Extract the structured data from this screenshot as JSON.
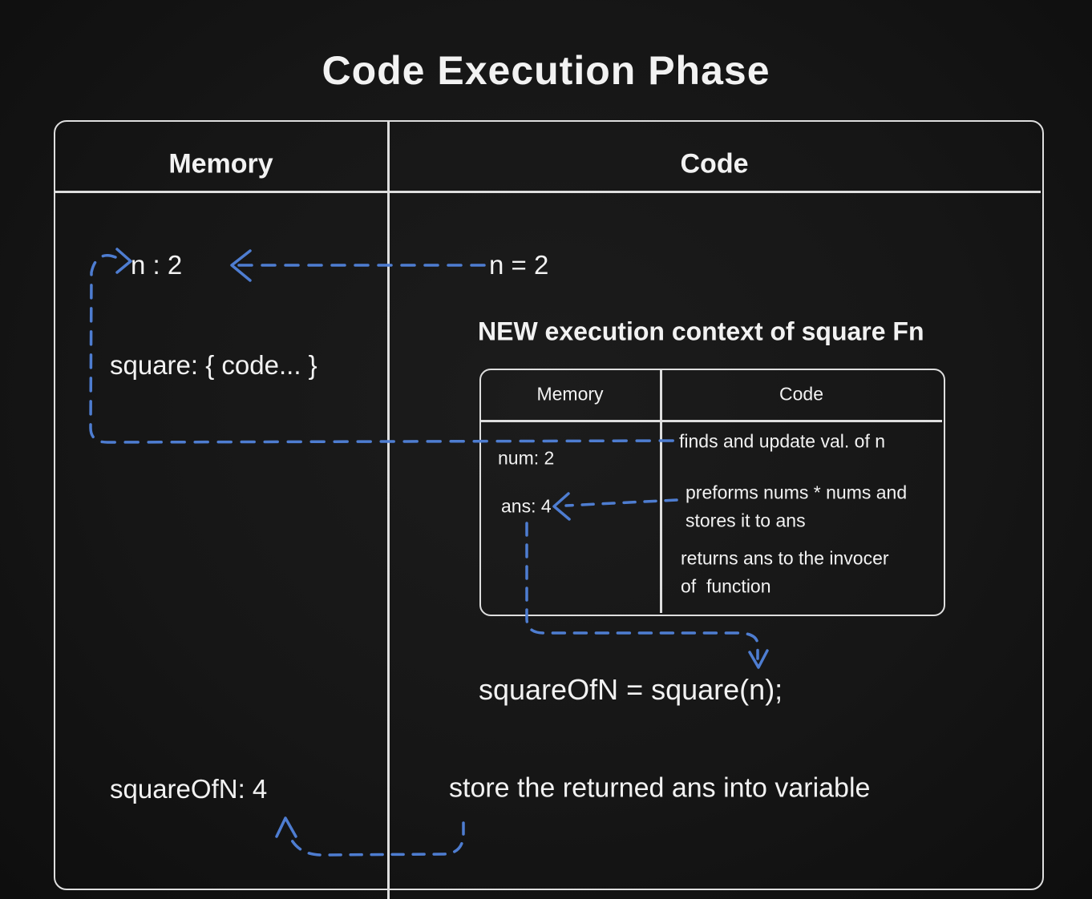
{
  "title": "Code Execution Phase",
  "palette": {
    "background": "#161616",
    "table_line": "#dedede",
    "text": "#f2f2f2",
    "arrow_blue": "#4e7dd1"
  },
  "outer_table": {
    "headers": {
      "memory": "Memory",
      "code": "Code"
    },
    "memory": {
      "n_var": "n : 2",
      "square_fn": "square: { code... }",
      "square_of_n_var": "squareOfN: 4"
    },
    "code": {
      "n_assign": "n = 2",
      "new_context_label": "NEW execution context of square Fn",
      "invocation": "squareOfN = square(n);",
      "store_note": "store the returned ans into variable"
    }
  },
  "inner_table": {
    "headers": {
      "memory": "Memory",
      "code": "Code"
    },
    "memory": {
      "num_var": "num: 2",
      "ans_var": "ans: 4"
    },
    "code": {
      "line1": "finds and update val. of n",
      "line2": "preforms nums * nums and",
      "line3": "stores it to ans",
      "line4": "returns ans to the invocer",
      "line5": "of  function"
    }
  }
}
